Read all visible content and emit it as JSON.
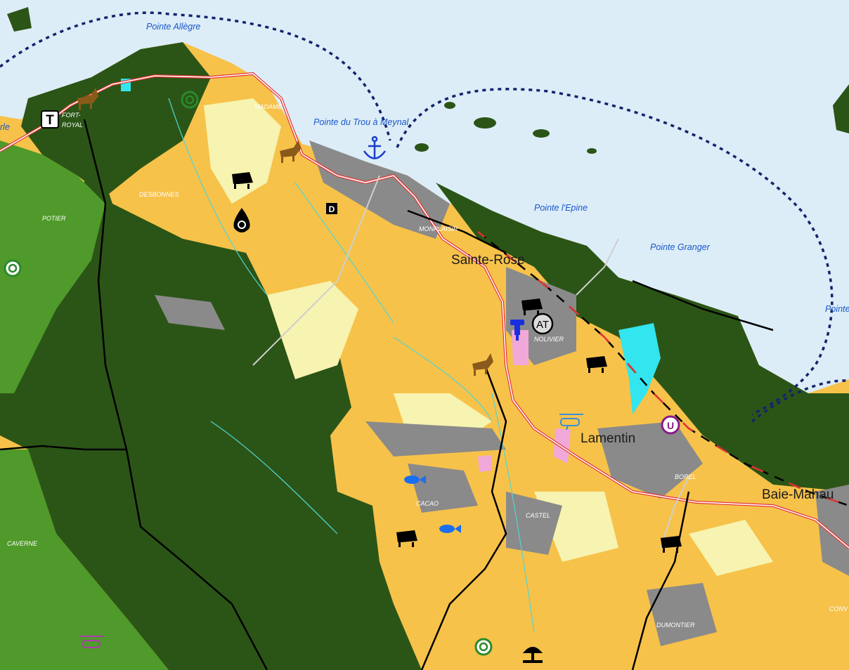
{
  "map": {
    "sea_labels": {
      "pointe_allegre": "Pointe Allègre",
      "pointe_du_trou": "Pointe du Trou à Meynal",
      "pointe_epine": "Pointe l'Epine",
      "pointe_granger": "Pointe Granger",
      "pointe_edge": "Pointe",
      "left_edge": "rle"
    },
    "towns": {
      "sainte_rose": "Sainte-Rose",
      "lamentin": "Lamentin",
      "baie_mahault": "Baie-Mahau"
    },
    "localities": {
      "fort": "FORT-",
      "royal": "ROYAL",
      "madame": "MADAME",
      "desbonnes": "DESBONNES",
      "potier": "POTIER",
      "monplaisir": "MONPLAISIR",
      "nolivier": "NOLIVIER",
      "cacao": "CACAO",
      "castel": "CASTEL",
      "borel": "BOREL",
      "caverne": "CAVERNE",
      "dumontier": "DUMONTIER",
      "conv": "CONV"
    },
    "symbols": {
      "tourism_badge": "AT",
      "utility_badge": "U",
      "d_marker": "D",
      "t_marker": "T"
    },
    "colors": {
      "sea": "#dcedf8",
      "dense_forest": "#2b5516",
      "green": "#4f9a2a",
      "agricultural": "#f7c24a",
      "pale": "#f7f3b0",
      "urban": "#8a8a8a",
      "lagoon": "#33e5ee",
      "road_red": "#e23333",
      "maritime_route": "#15236b",
      "boundary": "#000000"
    }
  }
}
